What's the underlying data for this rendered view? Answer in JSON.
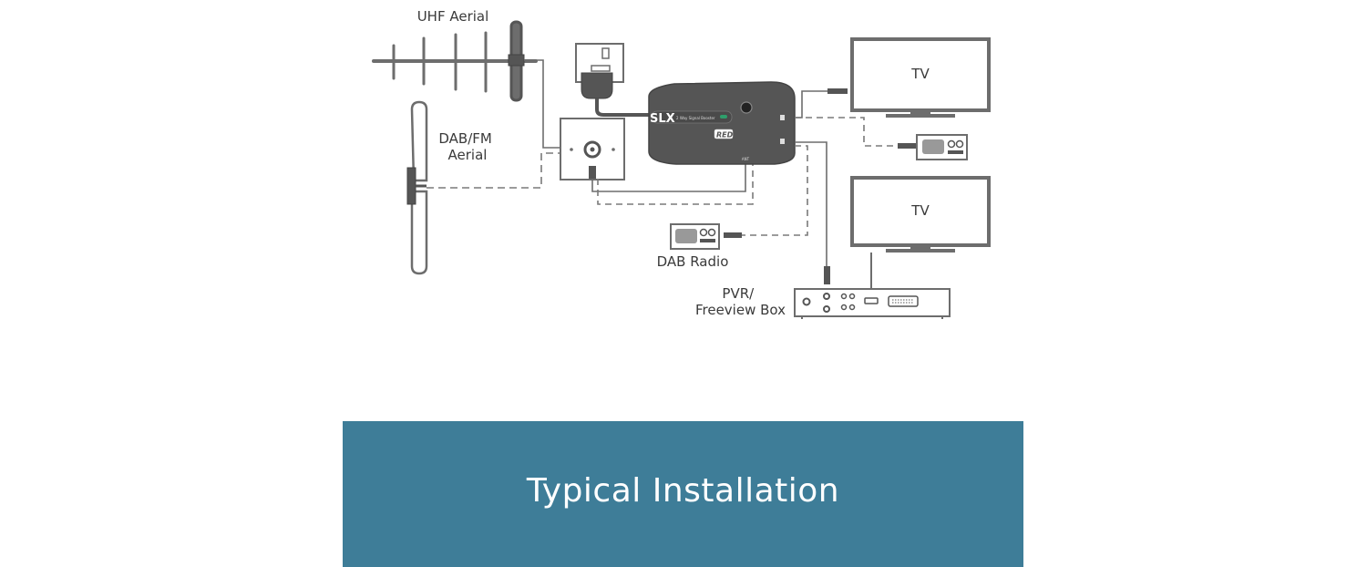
{
  "labels": {
    "uhf_aerial": "UHF Aerial",
    "dab_fm_line1": "DAB/FM",
    "dab_fm_line2": "Aerial",
    "tv_top": "TV",
    "tv_bottom": "TV",
    "dab_radio": "DAB Radio",
    "pvr_line1": "PVR/",
    "pvr_line2": "Freeview Box"
  },
  "booster": {
    "logo": "SLX",
    "model": "2 Way Signal Booster",
    "badge": "RED",
    "ant_label": "ANT"
  },
  "banner": {
    "title": "Typical Installation"
  },
  "colors": {
    "banner_bg": "#3e7d98",
    "booster_body": "#555555",
    "line": "#555555",
    "outline": "#6d6d6d",
    "screen_bg": "#ffffff",
    "led": "#2e9e6b"
  }
}
